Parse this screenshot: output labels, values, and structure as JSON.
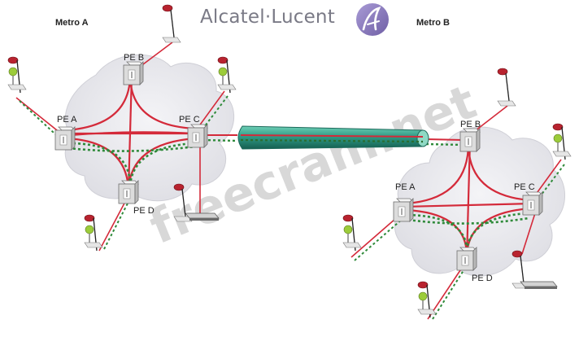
{
  "brand": {
    "name": "Alcatel·Lucent",
    "colors": {
      "text": "#7a7a86",
      "logo": "#8a7bb8"
    }
  },
  "watermark": "freecram.net",
  "metros": [
    {
      "label": "Metro A",
      "pe_routers": [
        {
          "id": "pe-a",
          "label": "PE A"
        },
        {
          "id": "pe-b",
          "label": "PE B"
        },
        {
          "id": "pe-c",
          "label": "PE C"
        },
        {
          "id": "pe-d",
          "label": "PE D"
        }
      ]
    },
    {
      "label": "Metro B",
      "pe_routers": [
        {
          "id": "pe-a",
          "label": "PE A"
        },
        {
          "id": "pe-b",
          "label": "PE B"
        },
        {
          "id": "pe-c",
          "label": "PE C"
        },
        {
          "id": "pe-d",
          "label": "PE D"
        }
      ]
    }
  ],
  "colors": {
    "pseudowire": "#d42a3a",
    "dotted_service": "#2f8a3a",
    "tunnel": "#2f9c86",
    "cloud": "#e9e9ee",
    "device": "#e3e3e3"
  }
}
